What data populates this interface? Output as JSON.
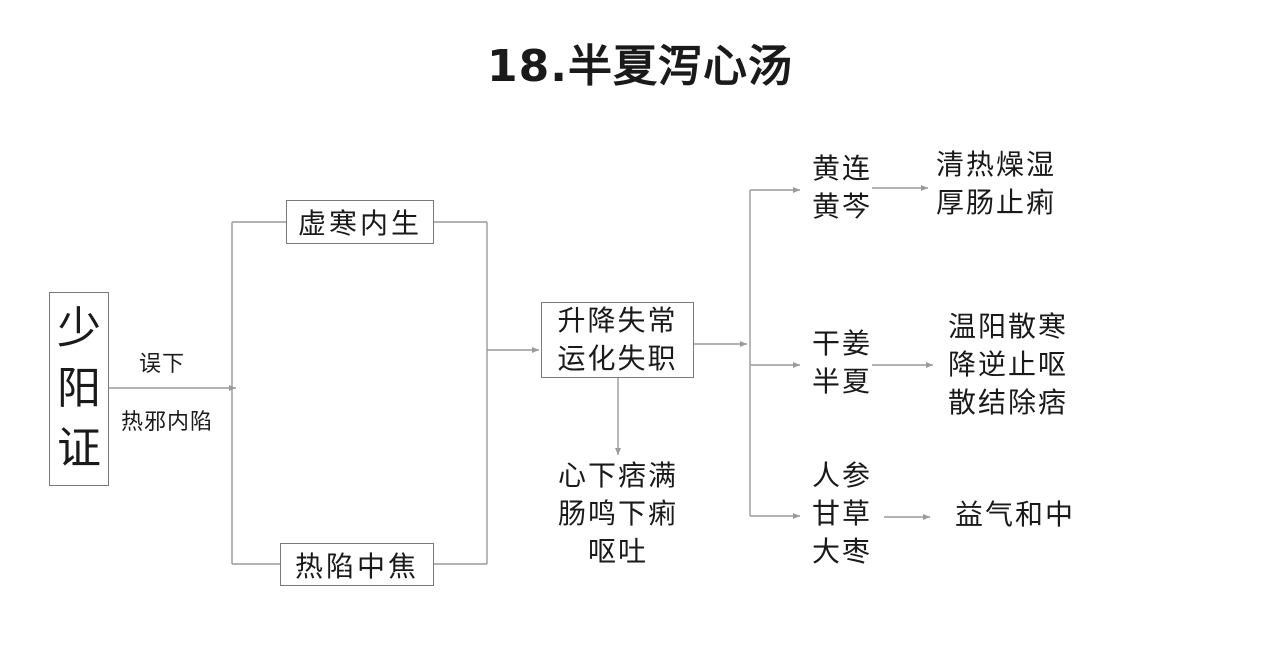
{
  "title": "18.半夏泻心汤",
  "nodes": {
    "shaoyang": [
      "少",
      "阳",
      "证"
    ],
    "wuxia": "误下",
    "rexie": "热邪内陷",
    "xuhan": "虚寒内生",
    "rexian": "热陷中焦",
    "shengjiang": [
      "升降失常",
      "运化失职"
    ],
    "symptoms": [
      "心下痞满",
      "肠鸣下痢",
      "呕吐"
    ],
    "herbs_1": [
      "黄连",
      "黄芩"
    ],
    "effect_1": [
      "清热燥湿",
      "厚肠止痢"
    ],
    "herbs_2": [
      "干姜",
      "半夏"
    ],
    "effect_2": [
      "温阳散寒",
      "降逆止呕",
      "散结除痞"
    ],
    "herbs_3": [
      "人参",
      "甘草",
      "大枣"
    ],
    "effect_3": "益气和中"
  },
  "colors": {
    "line": "#9a9a9a",
    "box_border": "#7a7a7a",
    "text": "#1a1a1a"
  }
}
